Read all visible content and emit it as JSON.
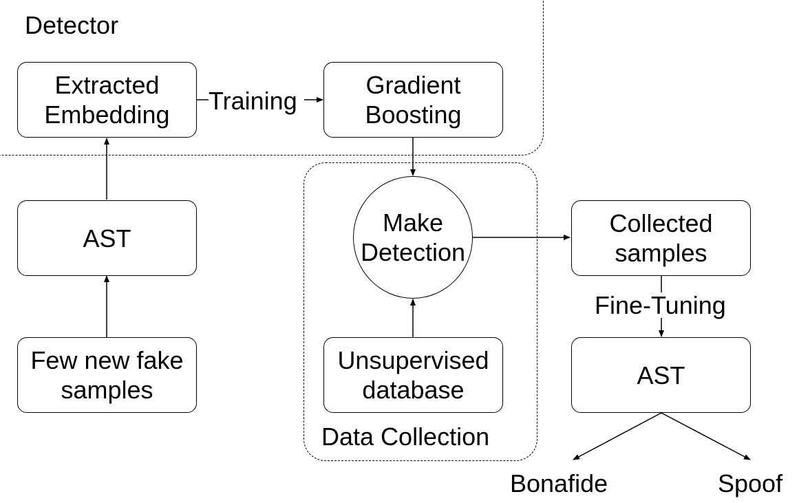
{
  "groups": {
    "detector": "Detector",
    "data_collection": "Data Collection"
  },
  "nodes": {
    "extracted_embedding": "Extracted\nEmbedding",
    "gradient_boosting": "Gradient\nBoosting",
    "ast_left": "AST",
    "few_new_fake_samples": "Few new fake\nsamples",
    "make_detection": "Make\nDetection",
    "unsupervised_database": "Unsupervised\ndatabase",
    "collected_samples": "Collected\nsamples",
    "ast_right": "AST"
  },
  "edges": {
    "training": "Training",
    "fine_tuning": "Fine-Tuning"
  },
  "outputs": {
    "bonafide": "Bonafide",
    "spoof": "Spoof"
  }
}
